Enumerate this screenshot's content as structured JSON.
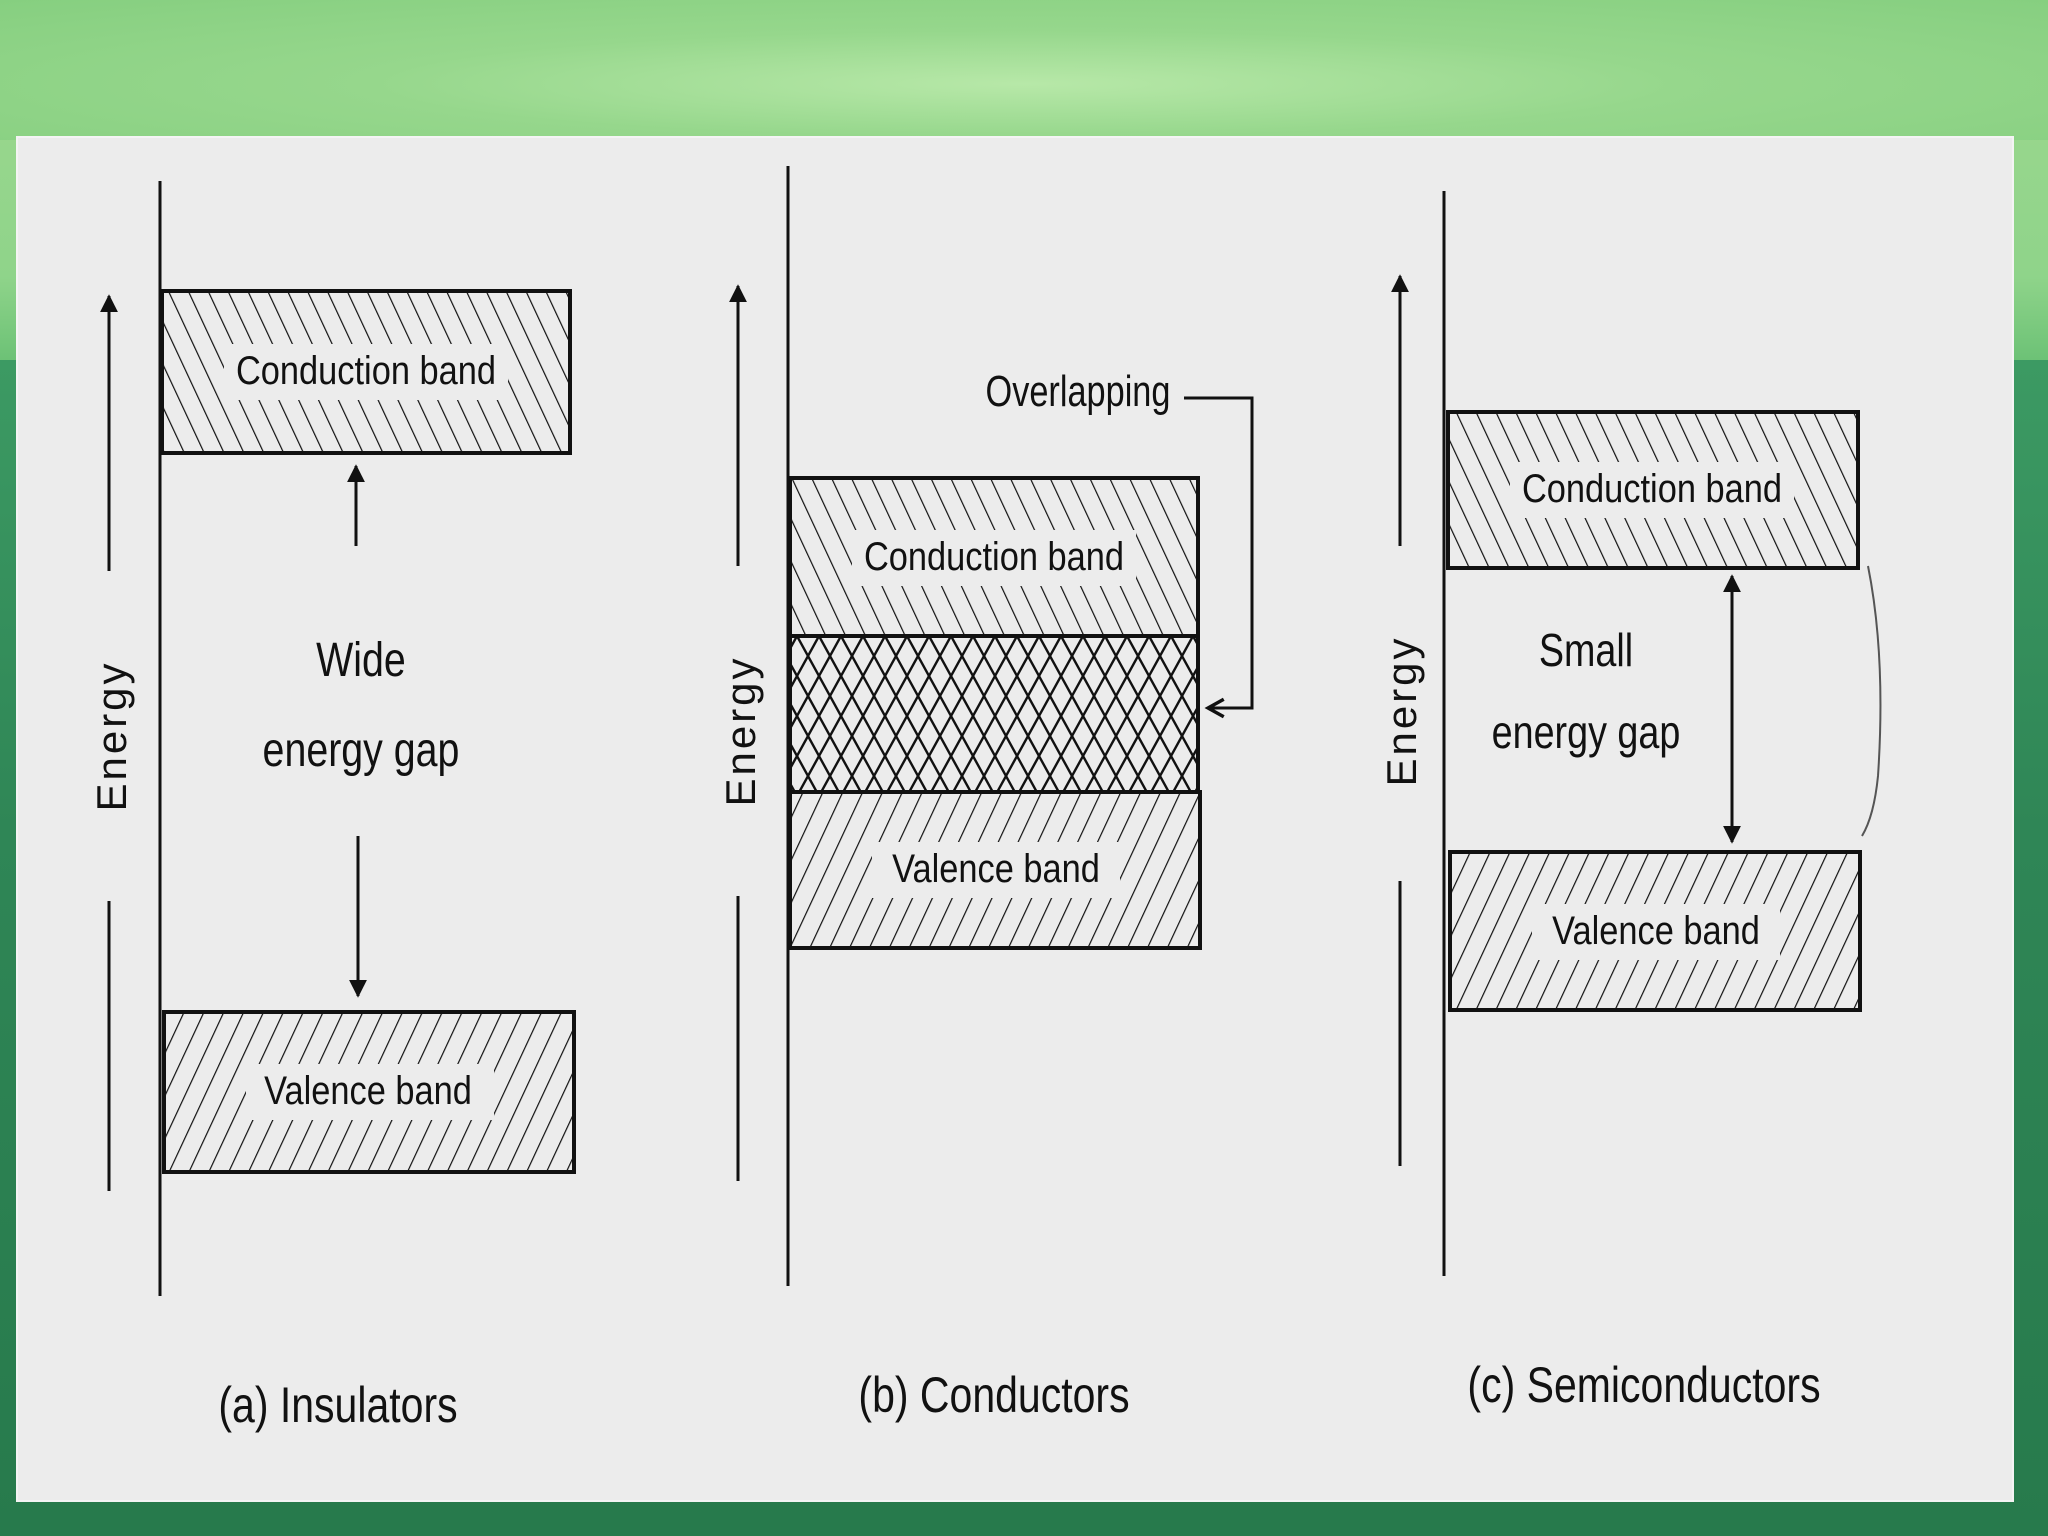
{
  "panels": [
    {
      "axis_label": "Energy",
      "upper_band": "Conduction band",
      "lower_band": "Valence band",
      "gap_label_line1": "Wide",
      "gap_label_line2": "energy gap",
      "caption": "(a) Insulators"
    },
    {
      "axis_label": "Energy",
      "upper_band": "Conduction band",
      "lower_band": "Valence band",
      "overlap_label": "Overlapping",
      "caption": "(b) Conductors"
    },
    {
      "axis_label": "Energy",
      "upper_band": "Conduction band",
      "lower_band": "Valence band",
      "gap_label_line1": "Small",
      "gap_label_line2": "energy gap",
      "caption": "(c) Semiconductors"
    }
  ],
  "colors": {
    "panel_bg": "#ececec",
    "ink": "#111111",
    "slide_green_top": "#96d78c",
    "slide_green_bottom": "#2f8656"
  }
}
